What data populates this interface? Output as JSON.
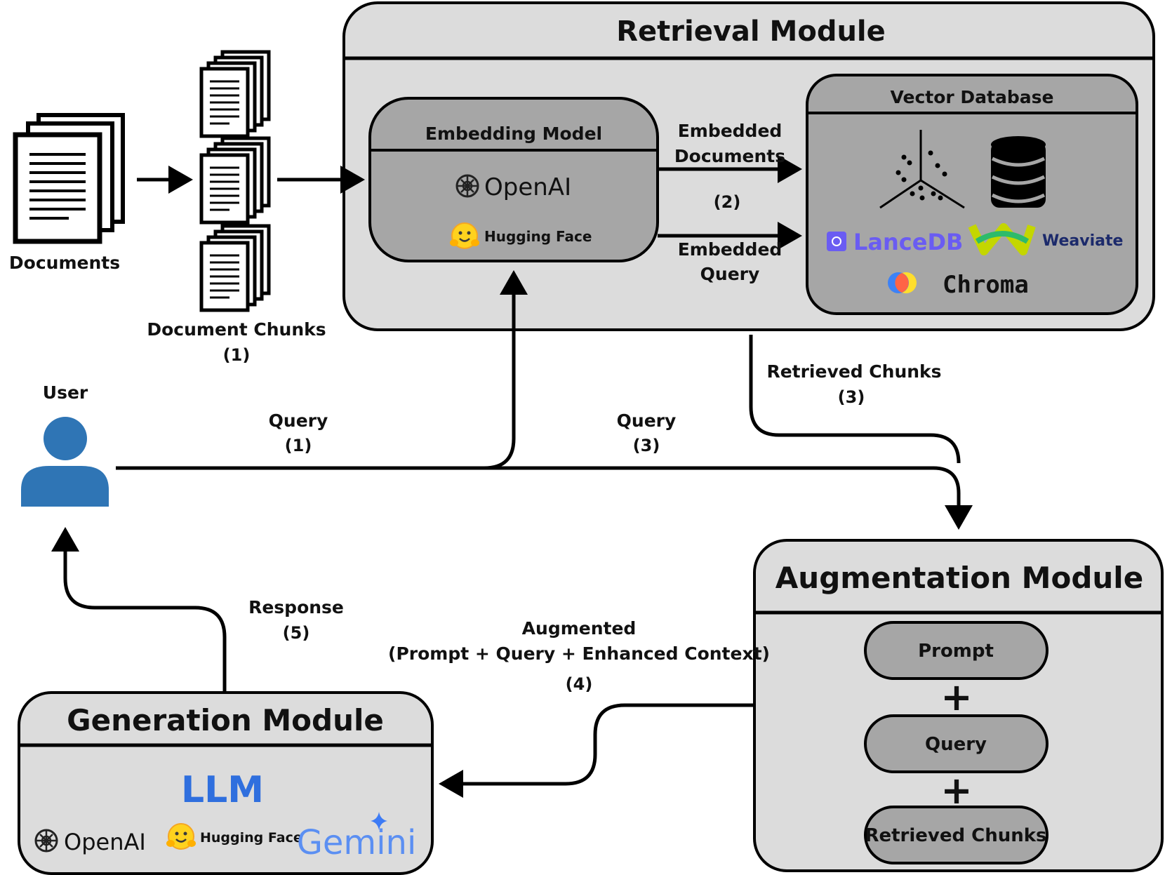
{
  "retrieval_module": {
    "title": "Retrieval Module",
    "embedding_model": {
      "title": "Embedding Model",
      "logos": [
        "OpenAI",
        "Hugging Face"
      ]
    },
    "vector_database": {
      "title": "Vector Database",
      "logos": [
        "LanceDB",
        "Weaviate",
        "Chroma"
      ]
    },
    "embedded_documents": [
      "Embedded",
      "Documents"
    ],
    "step_2": "(2)",
    "embedded_query": [
      "Embedded",
      "Query"
    ]
  },
  "documents": {
    "label": "Documents"
  },
  "document_chunks": {
    "label": "Document Chunks",
    "step": "(1)"
  },
  "user": {
    "label": "User"
  },
  "query_1": {
    "label": "Query",
    "step": "(1)"
  },
  "query_3": {
    "label": "Query",
    "step": "(3)"
  },
  "retrieved_chunks_flow": {
    "label": "Retrieved Chunks",
    "step": "(3)"
  },
  "augmentation_module": {
    "title": "Augmentation Module",
    "items": [
      "Prompt",
      "Query",
      "Retrieved Chunks"
    ],
    "plus": "+"
  },
  "augmented_flow": {
    "line1": "Augmented",
    "line2": "(Prompt + Query + Enhanced Context)",
    "step": "(4)"
  },
  "response_flow": {
    "label": "Response",
    "step": "(5)"
  },
  "generation_module": {
    "title": "Generation Module",
    "llm": "LLM",
    "logos": [
      "OpenAI",
      "Hugging Face",
      "Gemini"
    ]
  },
  "colors": {
    "module_bg": "#dcdcdc",
    "inner_bg": "#a6a6a6",
    "user_blue": "#2f75b5",
    "llm_blue": "#2f6fde",
    "lancedb": "#6a5cf2",
    "weaviate": "#1c2a6b"
  }
}
